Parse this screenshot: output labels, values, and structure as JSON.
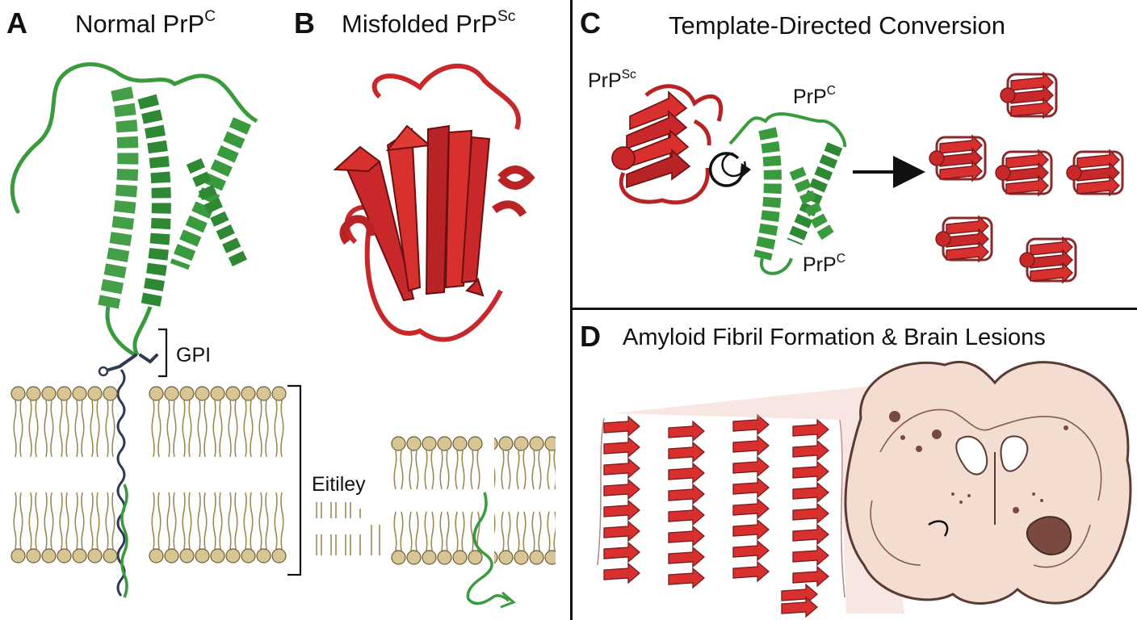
{
  "panels": {
    "a": {
      "letter": "A",
      "title_main": "Normal PrP",
      "title_sup": "C",
      "gpi_label": "GPI",
      "membrane_label": "Eitiley"
    },
    "b": {
      "letter": "B",
      "title_main": "Misfolded PrP",
      "title_sup": "Sc"
    },
    "c": {
      "letter": "C",
      "title": "Template-Directed Conversion",
      "prpsc_main": "PrP",
      "prpsc_sup": "Sc",
      "prpc_top_main": "PrP",
      "prpc_top_sup": "C",
      "prpc_bottom_main": "PrP",
      "prpc_bottom_sup": "C"
    },
    "d": {
      "letter": "D",
      "title": "Amyloid Fibril Formation & Brain Lesions"
    }
  },
  "colors": {
    "alpha_helix": "#3a9a3e",
    "beta_sheet": "#d8302f",
    "lipid_head": "#d8c594",
    "lipid_tail": "#9c8a55",
    "gpi_anchor": "#2e3a55",
    "brain_tissue": "#f2ddd0",
    "brain_outline": "#5a3a34",
    "lesion": "#7a4a40"
  },
  "icons": [
    "rotation-arrow-icon",
    "right-arrow-icon"
  ]
}
